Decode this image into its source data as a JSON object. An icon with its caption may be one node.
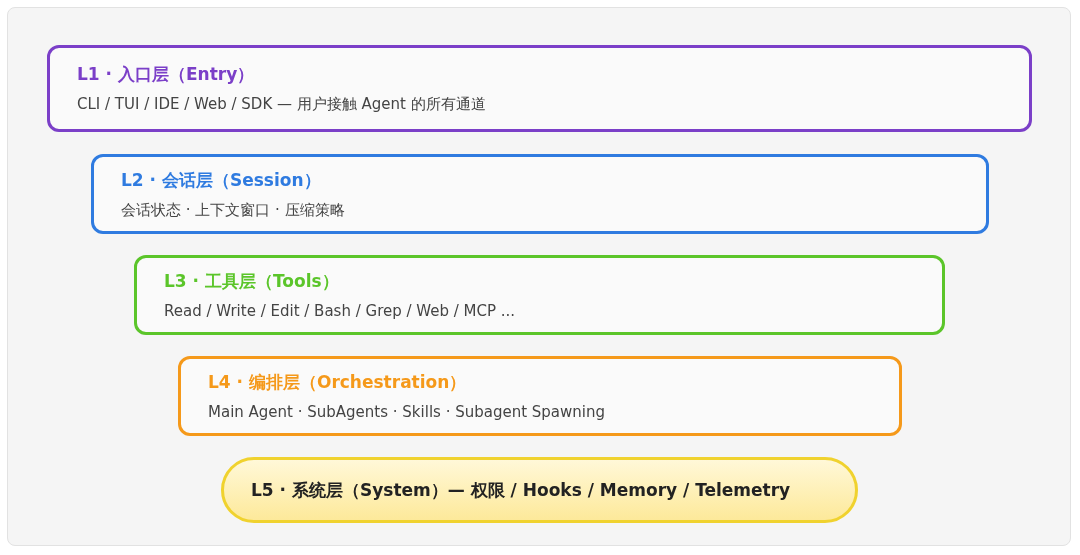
{
  "diagram": {
    "nodes": [
      {
        "text": [
          "L1 · 入口层（Entry）",
          "CLI / TUI / IDE / Web / SDK — 用户接触 Agent 的所有通道"
        ]
      },
      {
        "text": [
          "L2 · 会话层（Session）",
          "会话状态 · 上下文窗口 · 压缩策略"
        ]
      },
      {
        "text": [
          "L3 · 工具层（Tools）",
          "Read / Write / Edit / Bash / Grep / Web / MCP ..."
        ]
      },
      {
        "text": [
          "L4 · 编排层（Orchestration）",
          "Main Agent · SubAgents · Skills · Subagent Spawning"
        ]
      },
      {
        "text": [
          "L5 · 系统层（System）— 权限 / Hooks / Memory / Telemetry"
        ]
      }
    ]
  }
}
